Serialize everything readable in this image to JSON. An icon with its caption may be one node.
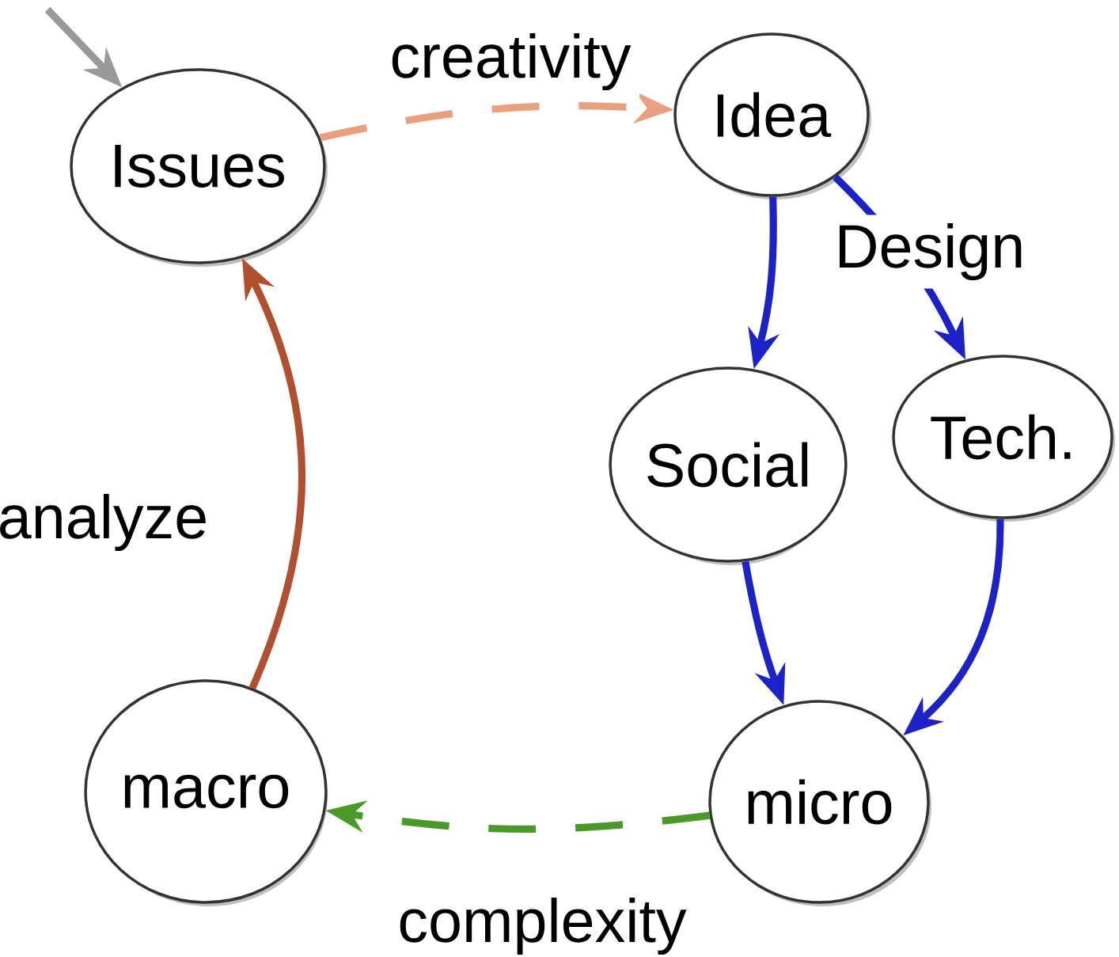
{
  "diagram": {
    "nodes": [
      {
        "text": [
          "Issues"
        ]
      },
      {
        "text": [
          "Idea"
        ]
      },
      {
        "text": [
          "Social"
        ]
      },
      {
        "text": [
          "Tech."
        ]
      },
      {
        "text": [
          "micro"
        ]
      },
      {
        "text": [
          "macro"
        ]
      }
    ],
    "edges": [
      {
        "from": null,
        "to": 0,
        "arrow": "to",
        "color": "#999999"
      },
      {
        "from": 0,
        "to": 1,
        "arrow": "to",
        "label": "creativity",
        "style": "dashed",
        "color": "#e8a07e"
      },
      {
        "from": 1,
        "to": 2,
        "arrow": "to"
      },
      {
        "from": 1,
        "to": 3,
        "arrow": "to",
        "label": "Design"
      },
      {
        "from": 2,
        "to": 4,
        "arrow": "to"
      },
      {
        "from": 3,
        "to": 4,
        "arrow": "to"
      },
      {
        "from": 4,
        "to": 5,
        "arrow": "to",
        "label": "complexity",
        "style": "dashed",
        "color": "#4a9a2a"
      },
      {
        "from": 5,
        "to": 0,
        "arrow": "to",
        "label": "analyze",
        "color": "#b0502e"
      }
    ]
  }
}
